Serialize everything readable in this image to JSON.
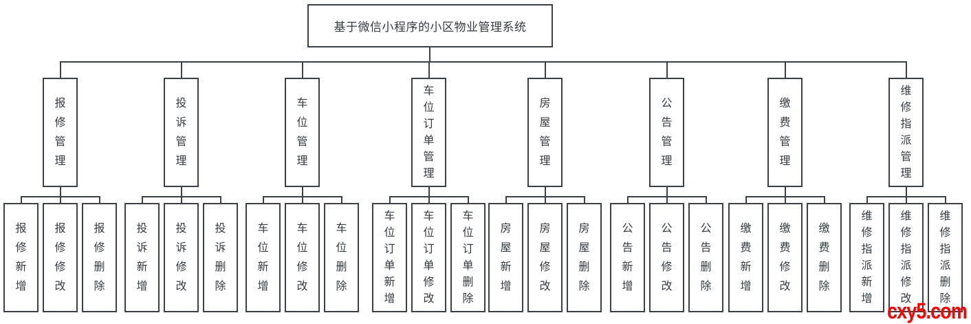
{
  "root": {
    "title": "基于微信小程序的小区物业管理系统"
  },
  "watermark": {
    "text": "cxy5.com",
    "color": "#ff0000"
  },
  "groups": [
    {
      "id": "repair",
      "parent": "报修管理",
      "children": [
        "报修新增",
        "报修修改",
        "报修删除"
      ]
    },
    {
      "id": "complaint",
      "parent": "投诉管理",
      "children": [
        "投诉新增",
        "投诉修改",
        "投诉删除"
      ]
    },
    {
      "id": "parking",
      "parent": "车位管理",
      "children": [
        "车位新增",
        "车位修改",
        "车位删除"
      ]
    },
    {
      "id": "parking-order",
      "parent": "车位订单管理",
      "children": [
        "车位订单新增",
        "车位订单修改",
        "车位订单删除"
      ]
    },
    {
      "id": "house",
      "parent": "房屋管理",
      "children": [
        "房屋新增",
        "房屋修改",
        "房屋删除"
      ]
    },
    {
      "id": "announcement",
      "parent": "公告管理",
      "children": [
        "公告新增",
        "公告修改",
        "公告删除"
      ]
    },
    {
      "id": "payment",
      "parent": "缴费管理",
      "children": [
        "缴费新增",
        "缴费修改",
        "缴费删除"
      ]
    },
    {
      "id": "maintenance-assignment",
      "parent": "维修指派管理",
      "children": [
        "维修指派新增",
        "维修指派修改",
        "维修指派删除"
      ]
    }
  ],
  "colors": {
    "line": "#3a4046",
    "text": "#353b41",
    "watermark": "#ff0000",
    "background": "#ffffff"
  }
}
